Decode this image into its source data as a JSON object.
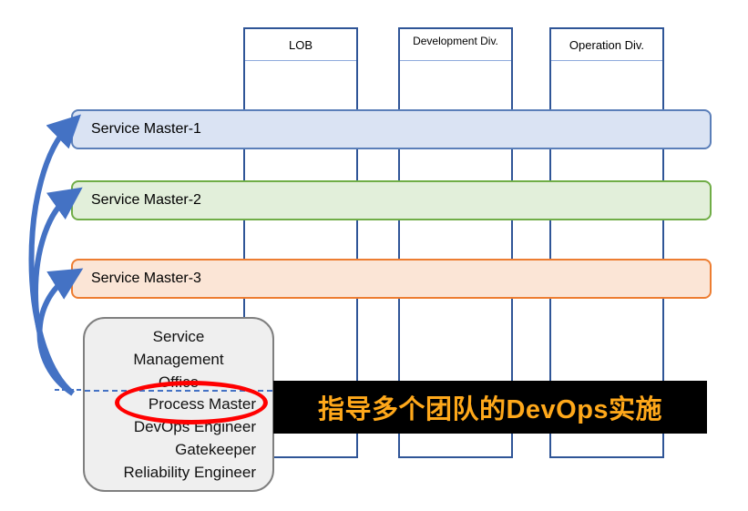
{
  "columns": [
    {
      "label": "LOB"
    },
    {
      "label": "Development Div."
    },
    {
      "label": "Operation Div."
    }
  ],
  "bands": [
    {
      "label": "Service Master-1",
      "fill": "#dae3f3",
      "border": "#5b7fb9"
    },
    {
      "label": "Service Master-2",
      "fill": "#e2efda",
      "border": "#70ad47"
    },
    {
      "label": "Service Master-3",
      "fill": "#fbe5d6",
      "border": "#ed7d31"
    }
  ],
  "smo": {
    "title_line1": "Service",
    "title_line2": "Management",
    "title_line3": "Office",
    "roles": [
      "Process Master",
      "DevOps Engineer",
      "Gatekeeper",
      "Reliability Engineer"
    ]
  },
  "callout": {
    "text": "指导多个团队的DevOps实施",
    "text_color": "#ffa81a",
    "bg_color": "#000000"
  },
  "colors": {
    "column_border": "#2f5597",
    "arrow": "#4472c4",
    "highlight": "#ff0000"
  }
}
